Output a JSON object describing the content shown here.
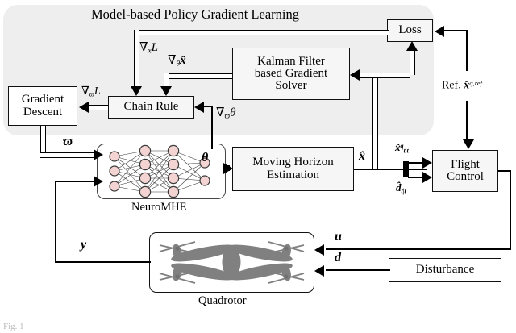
{
  "figure": {
    "title": "Model-based Policy Gradient Learning",
    "caption": "Fig. 1"
  },
  "blocks": {
    "loss": "Loss",
    "kalman": "Kalman Filter\nbased Gradient\nSolver",
    "kalman_l1": "Kalman Filter",
    "kalman_l2": "based Gradient",
    "kalman_l3": "Solver",
    "chain_rule": "Chain Rule",
    "gradient_descent_l1": "Gradient",
    "gradient_descent_l2": "Descent",
    "mhe_l1": "Moving Horizon",
    "mhe_l2": "Estimation",
    "flight_control_l1": "Flight",
    "flight_control_l2": "Control",
    "disturbance": "Disturbance"
  },
  "captions": {
    "neuromhe": "NeuroMHE",
    "quadrotor": "Quadrotor"
  },
  "signals": {
    "grad_x_loss_sym": "∇",
    "grad_x_loss_sub": "x",
    "grad_x_loss_main": "L",
    "grad_theta_xhat_sym": "∇",
    "grad_theta_xhat_sub": "θ",
    "grad_theta_xhat_main": "x̂",
    "grad_varpi_L_sym": "∇",
    "grad_varpi_L_sub": "ϖ",
    "grad_varpi_L_main": "L",
    "grad_varpi_theta_sym": "∇",
    "grad_varpi_theta_sub": "ϖ",
    "grad_varpi_theta_main": "θ",
    "varpi": "ϖ",
    "theta": "θ",
    "xhat": "x̂",
    "ref_text": "Ref.",
    "ref_var": "x̂",
    "ref_sup": "q,ref",
    "xhat_q_var": "x̂",
    "xhat_q_sup": "q",
    "xhat_q_sub": "t|t",
    "dhat_var": "d̂",
    "dhat_sub": "t|t",
    "u": "u",
    "d": "d",
    "y": "y"
  },
  "colors": {
    "shade": "#eeeeee",
    "node_fill": "#f4d4d2",
    "node_stroke": "#3a3a3a",
    "line": "#000000",
    "box_fill": "#f6f6f6",
    "quadrotor_body": "#808080"
  },
  "network": {
    "layers": [
      3,
      4,
      4,
      2
    ]
  }
}
